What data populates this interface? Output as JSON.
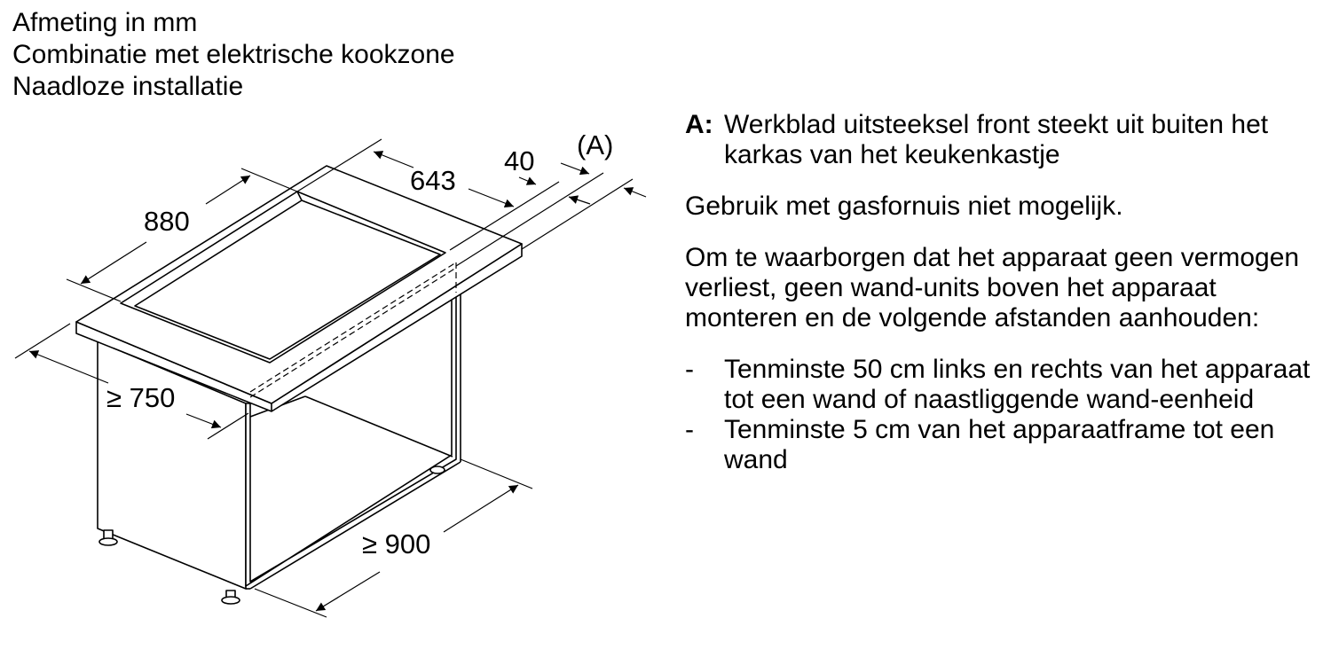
{
  "header": {
    "lines": [
      "Afmeting in mm",
      "Combinatie met elektrische kookzone",
      "Naadloze installatie"
    ]
  },
  "diagram": {
    "dimensions": {
      "width": "880",
      "depth": "643",
      "offset": "40",
      "marker": "(A)",
      "height": "≥ 750",
      "cabinet_width": "≥ 900"
    }
  },
  "notes": {
    "a_label": "A:",
    "a_text": "Werkblad uitsteeksel front steekt uit buiten het karkas van het keukenkastje",
    "gas": "Gebruik met gasfornuis niet mogelijk.",
    "intro": "Om te waarborgen dat het apparaat geen vermogen verliest, geen wand-units boven het apparaat monteren en de volgende afstanden aanhouden:",
    "bullets": [
      "Tenminste 50 cm links en rechts van het apparaat tot een wand of naastliggende wand-eenheid",
      "Tenminste 5 cm van het apparaatframe tot een wand"
    ],
    "bullet_mark": "-"
  }
}
